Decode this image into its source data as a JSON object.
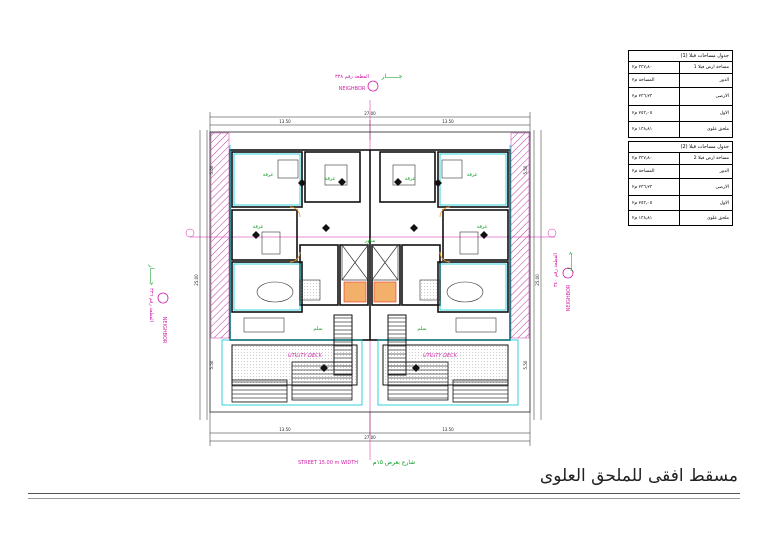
{
  "drawing_title": "مسقط افقى للملحق العلوى",
  "tables": [
    {
      "title": "جدول مساحات فيلا (1)",
      "rows": [
        {
          "key": "مساحة ارض فيلا 1",
          "value": "٣٣٧٫٨٠ م٢"
        },
        {
          "key": "الدور",
          "value": "المساحة م٢"
        },
        {
          "key": "الارضى",
          "value": "٢٣٦٫٢٣ م٢"
        },
        {
          "key": "الاول",
          "value": "٢٥٣٫٠٥ م٢"
        },
        {
          "key": "ملحق علوى",
          "value": "١٣٨٫٨١ م٢"
        }
      ]
    },
    {
      "title": "جدول مساحات فيلا (2)",
      "rows": [
        {
          "key": "مساحة ارض فيلا 2",
          "value": "٣٣٧٫٨٠ م٢"
        },
        {
          "key": "الدور",
          "value": "المساحة م٢"
        },
        {
          "key": "الارضى",
          "value": "٢٣٦٫٢٣ م٢"
        },
        {
          "key": "الاول",
          "value": "٢٥٣٫٠٥ م٢"
        },
        {
          "key": "ملحق علوى",
          "value": "١٣٨٫٨١ م٢"
        }
      ]
    }
  ],
  "labels": {
    "neighbor_top_ar": "جـــــــار",
    "plot_top": "القطعة رقم ٣٣٨",
    "neighbor_top_en": "NEIGHBOR",
    "neighbor_left_ar": "جـــــــار",
    "plot_left": "القطعة رقم ٣٣٦",
    "neighbor_left_en": "NEIGHBOR",
    "neighbor_right_ar": "جـــــــار",
    "plot_right": "القطعة رقم ٣٤٠",
    "neighbor_right_en": "NEIGHBOR",
    "street_en": "STREET 15.00 m WIDTH",
    "street_ar": "شارع بعرض ١٥م",
    "utility_left": "UTILITY DECK",
    "utility_right": "UTILITY DECK",
    "stair_label": "سلم",
    "room_label": "غرفة",
    "shaft_label": "مناور"
  },
  "dimensions": {
    "top_total": "27.00",
    "top_left": "13.50",
    "top_right": "13.50",
    "bottom_total": "27.00",
    "bottom_left": "13.50",
    "bottom_right": "13.50",
    "left_total": "25.00",
    "right_total": "25.00",
    "left_top": "5.50",
    "left_bottom": "5.50",
    "right_top": "5.50",
    "right_bottom": "5.50"
  },
  "colors": {
    "neighbor": "#d11fa8",
    "wall": "#111111",
    "cyan": "#00c8d6",
    "green": "#0a9b20",
    "hatch": "#c03aa8",
    "red": "#e0332a",
    "orange": "#f39a2a"
  }
}
